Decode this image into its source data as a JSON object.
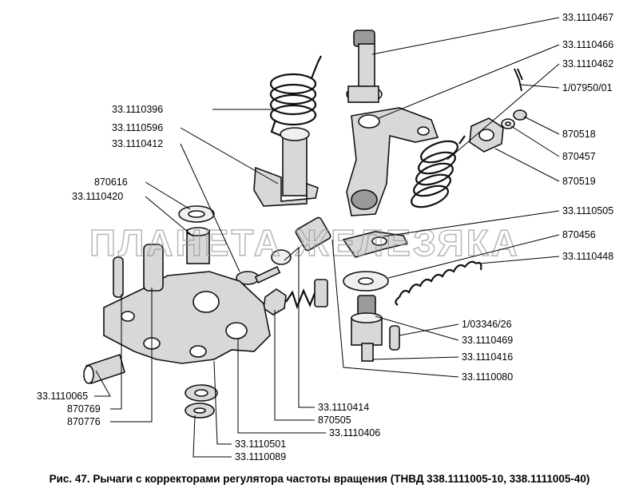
{
  "figure": {
    "caption": "Рис. 47. Рычаги с корректорами регулятора частоты вращения (ТНВД 338.1111005-10, 338.1111005-40)",
    "watermark": "ПЛАНЕТА ЖЕЛЕЗЯКА"
  },
  "labels": {
    "p_33_1110467": "33.1110467",
    "p_33_1110466": "33.1110466",
    "p_33_1110462": "33.1110462",
    "p_1_07950_01": "1/07950/01",
    "p_870518": "870518",
    "p_870457": "870457",
    "p_870519": "870519",
    "p_33_1110505": "33.1110505",
    "p_870456": "870456",
    "p_33_1110448": "33.1110448",
    "p_1_03346_26": "1/03346/26",
    "p_33_1110469": "33.1110469",
    "p_33_1110416": "33.1110416",
    "p_33_1110080": "33.1110080",
    "p_33_1110396": "33.1110396",
    "p_33_1110596": "33.1110596",
    "p_33_1110412": "33.1110412",
    "p_870616": "870616",
    "p_33_1110420": "33.1110420",
    "p_33_1110065": "33.1110065",
    "p_870769": "870769",
    "p_870776": "870776",
    "p_33_1110414": "33.1110414",
    "p_870505": "870505",
    "p_33_1110406": "33.1110406",
    "p_33_1110501": "33.1110501",
    "p_33_1110089": "33.1110089"
  }
}
